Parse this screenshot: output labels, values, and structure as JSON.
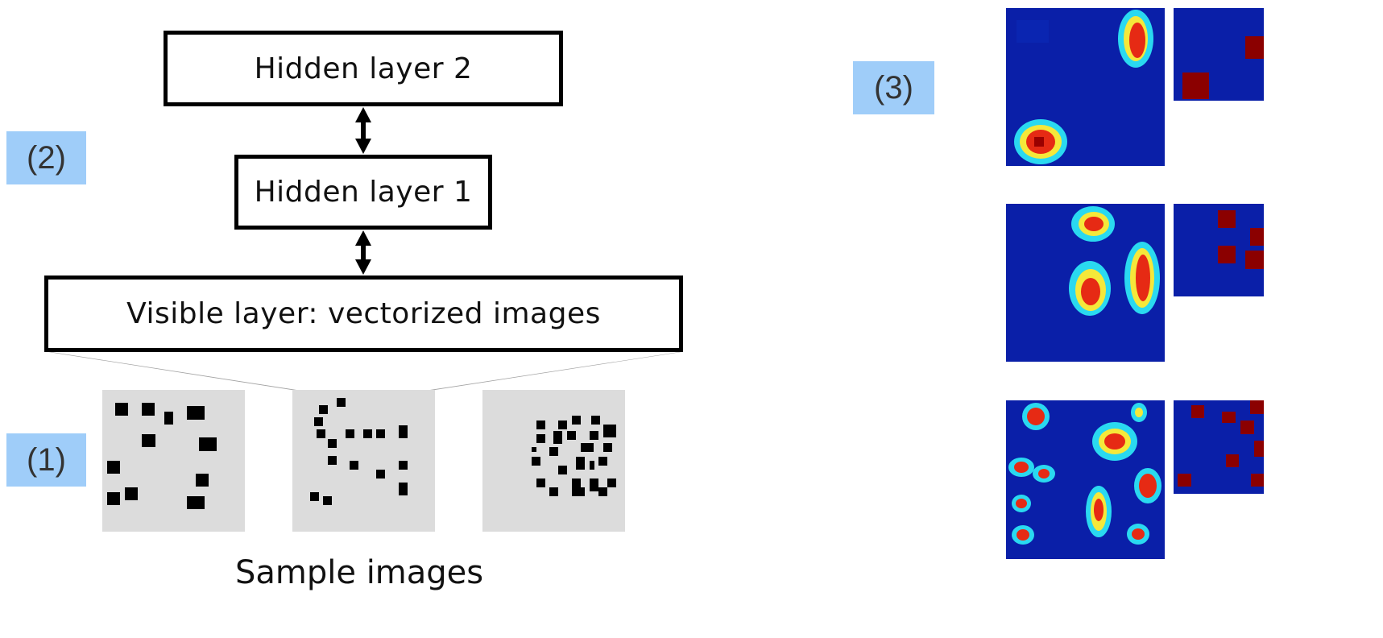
{
  "labels": {
    "step1": "(1)",
    "step2": "(2)",
    "step3": "(3)"
  },
  "layers": {
    "hidden2": "Hidden layer 2",
    "hidden1": "Hidden layer 1",
    "visible": "Visible layer: vectorized images"
  },
  "samples": {
    "caption": "Sample images"
  },
  "colors": {
    "tag_bg": "#9fcdf9",
    "sample_bg": "#dcdcdc",
    "heat_low": "#0a1fa8",
    "heat_high": "#8b0000"
  }
}
